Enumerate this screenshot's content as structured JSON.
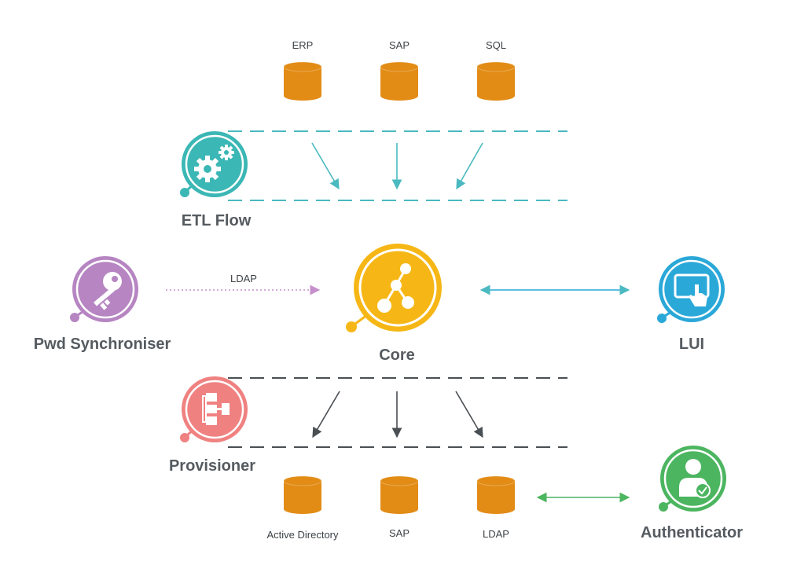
{
  "sources": {
    "erp_label": "ERP",
    "sap_label": "SAP",
    "sql_label": "SQL"
  },
  "targets": {
    "ad_label": "Active Directory",
    "sap_label": "SAP",
    "ldap_label": "LDAP"
  },
  "nodes": {
    "etl_label": "ETL Flow",
    "pwd_label": "Pwd Synchroniser",
    "core_label": "Core",
    "lui_label": "LUI",
    "provisioner_label": "Provisioner",
    "authenticator_label": "Authenticator"
  },
  "edges": {
    "pwd_to_core_label": "LDAP"
  },
  "colors": {
    "database": "#e28c16",
    "etl": "#3bb7b5",
    "pwd": "#b685c2",
    "core": "#f6b716",
    "lui": "#2aa8d8",
    "provisioner": "#ef8281",
    "authenticator": "#4cb560",
    "teal_line": "#4ab9c0",
    "dark_line": "#4a4f53",
    "green_line": "#4cb560",
    "purple_line": "#c58fcb",
    "label_text": "#555b60"
  },
  "icons": {
    "etl": "gears-icon",
    "pwd": "key-icon",
    "core": "network-graph-icon",
    "lui": "touch-screen-icon",
    "provisioner": "flowchart-icon",
    "authenticator": "user-check-icon"
  }
}
